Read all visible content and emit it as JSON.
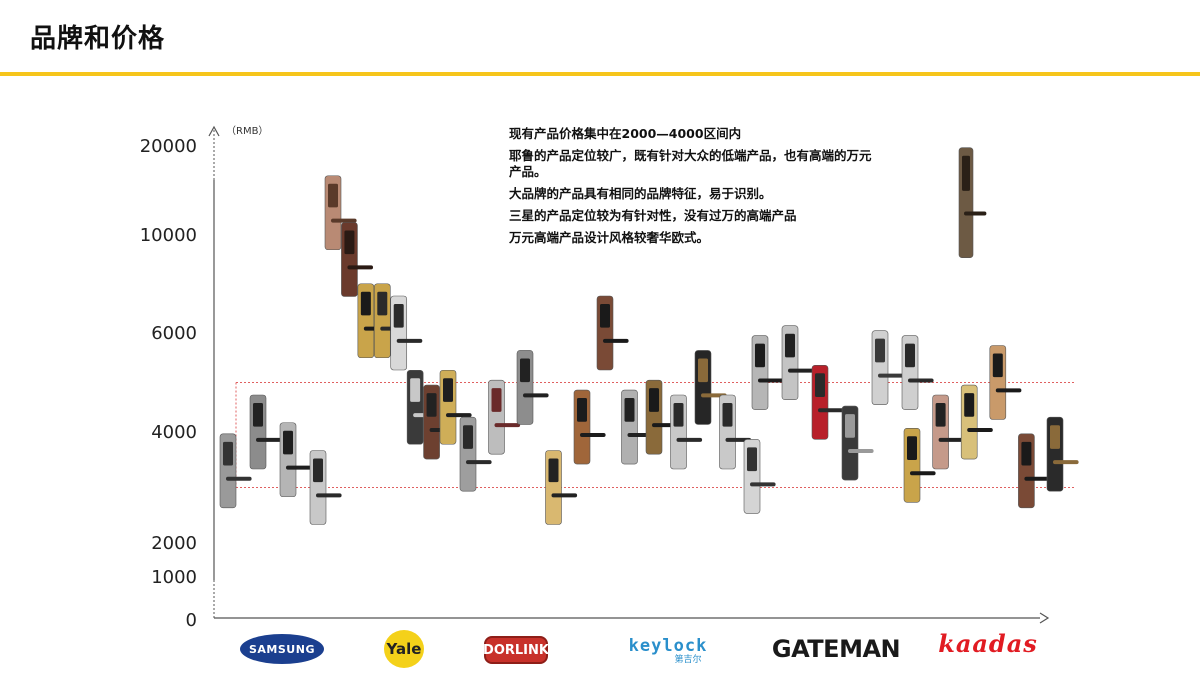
{
  "page": {
    "title": "品牌和价格"
  },
  "notes": [
    "现有产品价格集中在2000—4000区间内",
    "耶鲁的产品定位较广，既有针对大众的低端产品，也有高端的万元产品。",
    "大品牌的产品具有相同的品牌特征，易于识别。",
    "三星的产品定位较为有针对性，没有过万的高端产品",
    "万元高端产品设计风格较奢华欧式。"
  ],
  "brands": {
    "samsung": "SAMSUNG",
    "yale": "Yale",
    "dorlink": "DORLINK",
    "keylock": "keylock",
    "keylock_cn": "第吉尔",
    "gateman": "GATEMAN",
    "kaadas": "kaadas"
  },
  "chart_data": {
    "type": "scatter",
    "ylabel": "（RMB）",
    "y_ticks": [
      "20000",
      "10000",
      "6000",
      "4000",
      "2000",
      "1000",
      "0"
    ],
    "categories": [
      "SAMSUNG",
      "Yale",
      "DORLINK",
      "keylock",
      "GATEMAN",
      "kaadas"
    ],
    "highlight_band": {
      "from": 3000,
      "to": 5000
    },
    "colors": {
      "accent": "#f6c51b",
      "band": "#e06060",
      "axis": "#555555"
    },
    "products": [
      {
        "brand": "SAMSUNG",
        "y": 3300,
        "color": "#9a9a9a",
        "accent": "#333333"
      },
      {
        "brand": "SAMSUNG",
        "y": 4000,
        "color": "#8c8c8c",
        "accent": "#222222"
      },
      {
        "brand": "SAMSUNG",
        "y": 3500,
        "color": "#b5b5b5",
        "accent": "#1f1f1f"
      },
      {
        "brand": "SAMSUNG",
        "y": 3000,
        "color": "#c8c8c8",
        "accent": "#2a2a2a"
      },
      {
        "brand": "Yale",
        "y": 12500,
        "color": "#b98a74",
        "accent": "#5a3a2a"
      },
      {
        "brand": "Yale",
        "y": 9000,
        "color": "#6a3a2c",
        "accent": "#2a1a14"
      },
      {
        "brand": "Yale",
        "y": 6500,
        "color": "#c9a44a",
        "accent": "#1a1a1a"
      },
      {
        "brand": "Yale",
        "y": 6500,
        "color": "#c9a44a",
        "accent": "#2a2a2a"
      },
      {
        "brand": "Yale",
        "y": 6000,
        "color": "#d8d8d8",
        "accent": "#2a2a2a"
      },
      {
        "brand": "Yale",
        "y": 4500,
        "color": "#3a3a3a",
        "accent": "#c8c8c8"
      },
      {
        "brand": "Yale",
        "y": 4200,
        "color": "#6d4030",
        "accent": "#222222"
      },
      {
        "brand": "Yale",
        "y": 4500,
        "color": "#cfae58",
        "accent": "#1f1f1f"
      },
      {
        "brand": "DORLINK",
        "y": 3600,
        "color": "#9e9e9e",
        "accent": "#2a2a2a"
      },
      {
        "brand": "DORLINK",
        "y": 4300,
        "color": "#bdbdbd",
        "accent": "#6a2a2a"
      },
      {
        "brand": "DORLINK",
        "y": 4900,
        "color": "#8d8d8d",
        "accent": "#222222"
      },
      {
        "brand": "DORLINK",
        "y": 3000,
        "color": "#d9b870",
        "accent": "#222222"
      },
      {
        "brand": "DORLINK",
        "y": 4100,
        "color": "#a0663a",
        "accent": "#1c1c1c"
      },
      {
        "brand": "keylock",
        "y": 6000,
        "color": "#7a4a36",
        "accent": "#1a1a1a"
      },
      {
        "brand": "keylock",
        "y": 4100,
        "color": "#b0b0b0",
        "accent": "#222222"
      },
      {
        "brand": "keylock",
        "y": 4300,
        "color": "#8a6a3a",
        "accent": "#1a1a1a"
      },
      {
        "brand": "keylock",
        "y": 4000,
        "color": "#c8c8c8",
        "accent": "#2a2a2a"
      },
      {
        "brand": "keylock",
        "y": 4900,
        "color": "#262626",
        "accent": "#8a6a3a"
      },
      {
        "brand": "keylock",
        "y": 4000,
        "color": "#c9c9c9",
        "accent": "#2a2a2a"
      },
      {
        "brand": "keylock",
        "y": 3200,
        "color": "#d4d4d4",
        "accent": "#333333"
      },
      {
        "brand": "GATEMAN",
        "y": 5200,
        "color": "#b6b6b6",
        "accent": "#1c1c1c"
      },
      {
        "brand": "GATEMAN",
        "y": 5400,
        "color": "#c4c4c4",
        "accent": "#222222"
      },
      {
        "brand": "GATEMAN",
        "y": 4600,
        "color": "#b8202a",
        "accent": "#2a2a2a"
      },
      {
        "brand": "GATEMAN",
        "y": 3800,
        "color": "#3a3a3a",
        "accent": "#9a9a9a"
      },
      {
        "brand": "GATEMAN",
        "y": 5300,
        "color": "#d0d0d0",
        "accent": "#3a3a3a"
      },
      {
        "brand": "GATEMAN",
        "y": 5200,
        "color": "#cfcfcf",
        "accent": "#2a2a2a"
      },
      {
        "brand": "kaadas",
        "y": 3400,
        "color": "#c9a44a",
        "accent": "#1a1a1a"
      },
      {
        "brand": "kaadas",
        "y": 4000,
        "color": "#c59a8a",
        "accent": "#222222"
      },
      {
        "brand": "kaadas",
        "y": 4200,
        "color": "#d8c07a",
        "accent": "#1a1a1a"
      },
      {
        "brand": "kaadas",
        "y": 5000,
        "color": "#c99a6a",
        "accent": "#1a1a1a"
      },
      {
        "brand": "kaadas",
        "y": 3300,
        "color": "#7a4a36",
        "accent": "#1a1a1a"
      },
      {
        "brand": "kaadas",
        "y": 3600,
        "color": "#2a2a2a",
        "accent": "#8a6a3a"
      }
    ],
    "featured": {
      "y": 17000,
      "color": "#6d5a44",
      "accent": "#2a2017"
    }
  }
}
